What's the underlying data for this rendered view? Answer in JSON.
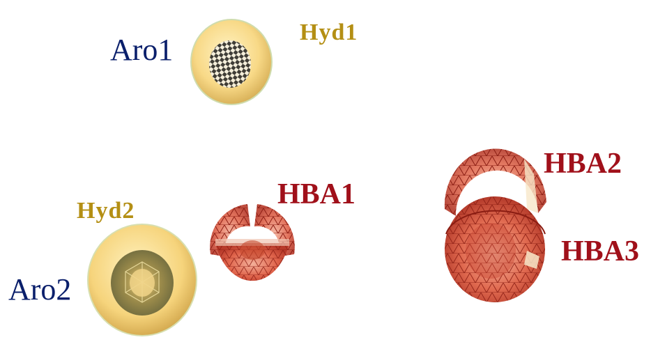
{
  "labels": {
    "aro1": "Aro1",
    "hyd1": "Hyd1",
    "hyd2": "Hyd2",
    "aro2": "Aro2",
    "hba1": "HBA1",
    "hba2": "HBA2",
    "hba3": "HBA3"
  },
  "colors": {
    "aro_text": "#0a1f6b",
    "hyd_text": "#b48f14",
    "hba_text": "#a0101a",
    "hyd_sphere": "#f7d98a",
    "hba_cage": "#d94a38"
  }
}
